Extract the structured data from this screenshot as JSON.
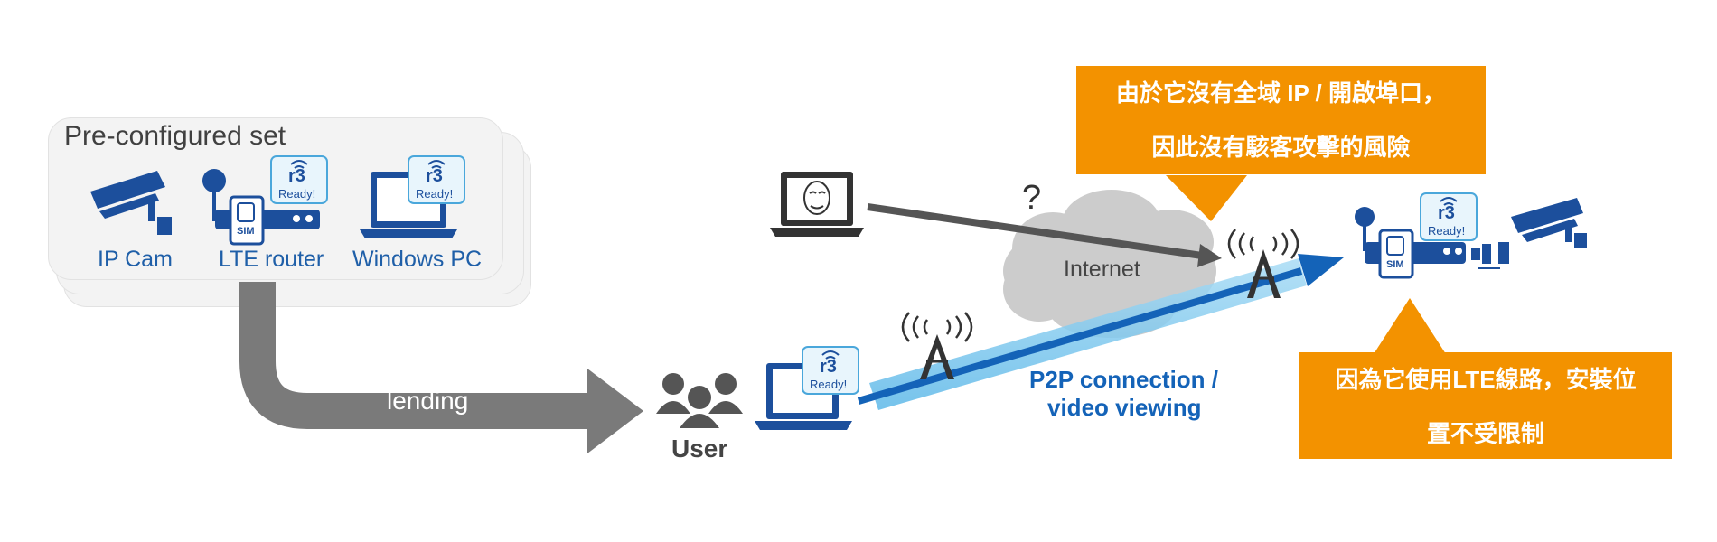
{
  "set": {
    "title": "Pre-configured set"
  },
  "devices": [
    {
      "label": "IP Cam",
      "icon": "security-camera-icon"
    },
    {
      "label": "LTE router",
      "icon": "lte-router-icon",
      "badge": "Ready!"
    },
    {
      "label": "Windows PC",
      "icon": "laptop-icon",
      "badge": "Ready!"
    }
  ],
  "badges": {
    "text": "Ready!",
    "brand": "r3"
  },
  "sim_label": "SIM",
  "lending_label": "lending",
  "user_label": "User",
  "internet_label": "Internet",
  "unknown_mark": "?",
  "p2p_label": {
    "line1": "P2P connection /",
    "line2": "video viewing"
  },
  "callout_top": {
    "line1": "由於它沒有全域 IP / 開啟埠口，",
    "line2": "因此沒有駭客攻擊的風險"
  },
  "callout_bottom": {
    "line1": "因為它使用LTE線路，安裝位",
    "line2": "置不受限制"
  },
  "colors": {
    "accent_blue": "#1f5fa8",
    "dark_blue": "#1c4f9c",
    "orange": "#f39200",
    "gray_arrow": "#7a7a7a",
    "light_blue": "#6fc2ec",
    "dark_gray": "#555555"
  }
}
